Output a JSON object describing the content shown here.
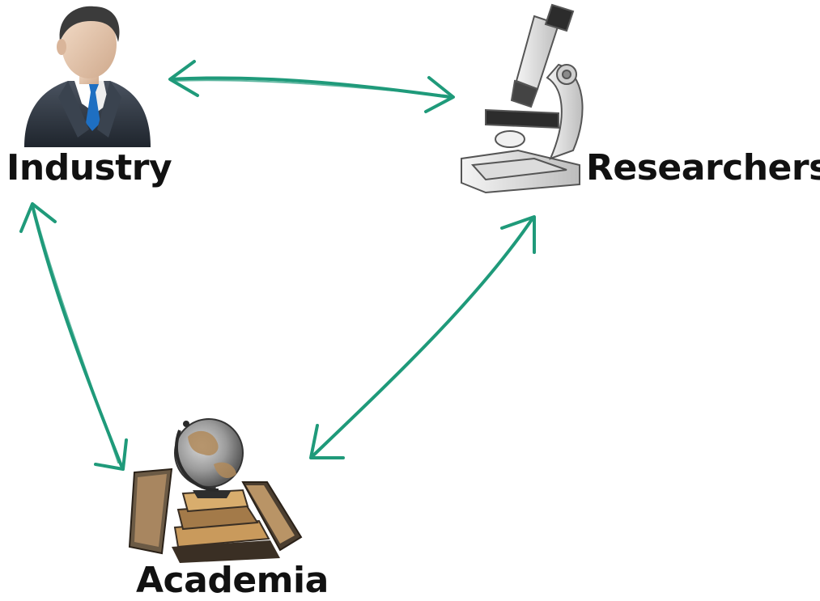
{
  "nodes": {
    "industry": {
      "label": "Industry",
      "icon": "businessman-icon"
    },
    "researchers": {
      "label": "Researchers",
      "icon": "microscope-icon"
    },
    "academia": {
      "label": "Academia",
      "icon": "globe-on-books-icon"
    }
  },
  "edges": [
    {
      "from": "industry",
      "to": "researchers",
      "direction": "both"
    },
    {
      "from": "industry",
      "to": "academia",
      "direction": "both"
    },
    {
      "from": "researchers",
      "to": "academia",
      "direction": "both"
    }
  ],
  "colors": {
    "arrow": "#1f9a7a",
    "label": "#111111",
    "background": "#ffffff"
  }
}
